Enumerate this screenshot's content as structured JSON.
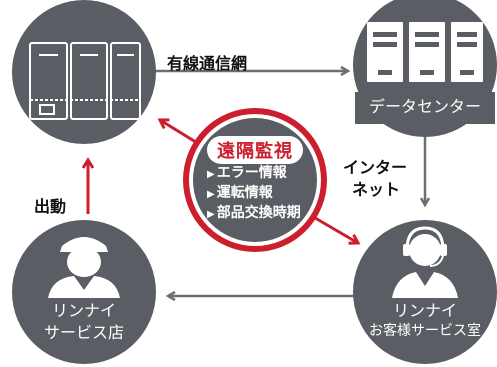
{
  "center": {
    "title": "遠隔監視",
    "items": [
      "エラー情報",
      "運転情報",
      "部品交換時期"
    ]
  },
  "nodes": {
    "equipment": {},
    "datacenter": {
      "label": "データセンター"
    },
    "store": {
      "line1": "リンナイ",
      "line2": "サービス店"
    },
    "customer_service": {
      "line1": "リンナイ",
      "line2": "お客様サービス室"
    }
  },
  "links": {
    "wired_network": "有線通信網",
    "internet_line1": "インター",
    "internet_line2": "ネット",
    "dispatch": "出動"
  },
  "colors": {
    "node_fill": "#5a5d63",
    "arrow_gray": "#6b6e73",
    "arrow_red": "#cc1e2c",
    "center_fill": "#5a5d63",
    "center_ring": "#cc1e2c"
  }
}
